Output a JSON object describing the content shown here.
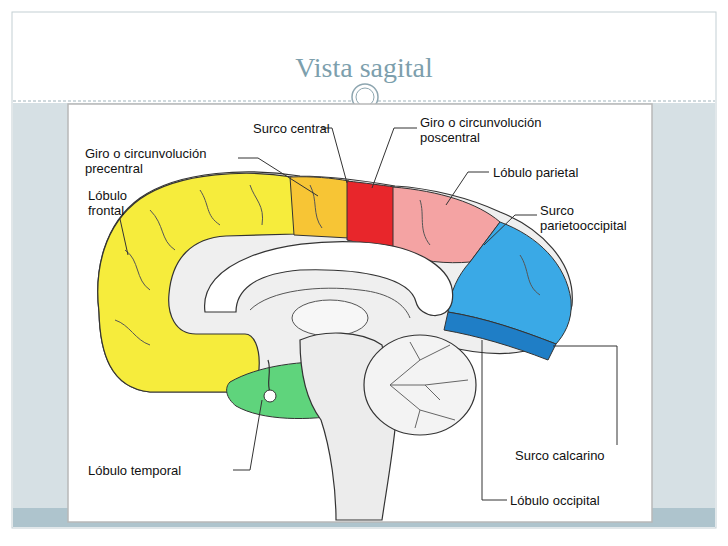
{
  "diagram": {
    "title": "Vista sagital",
    "labels": [
      "Surco central",
      "Giro o circunvolución poscentral",
      "Giro o circunvolución precentral",
      "Lóbulo frontal",
      "Lóbulo parietal",
      "Surco parietooccipital",
      "Lóbulo temporal",
      "Surco calcarino",
      "Lóbulo occipital"
    ]
  }
}
